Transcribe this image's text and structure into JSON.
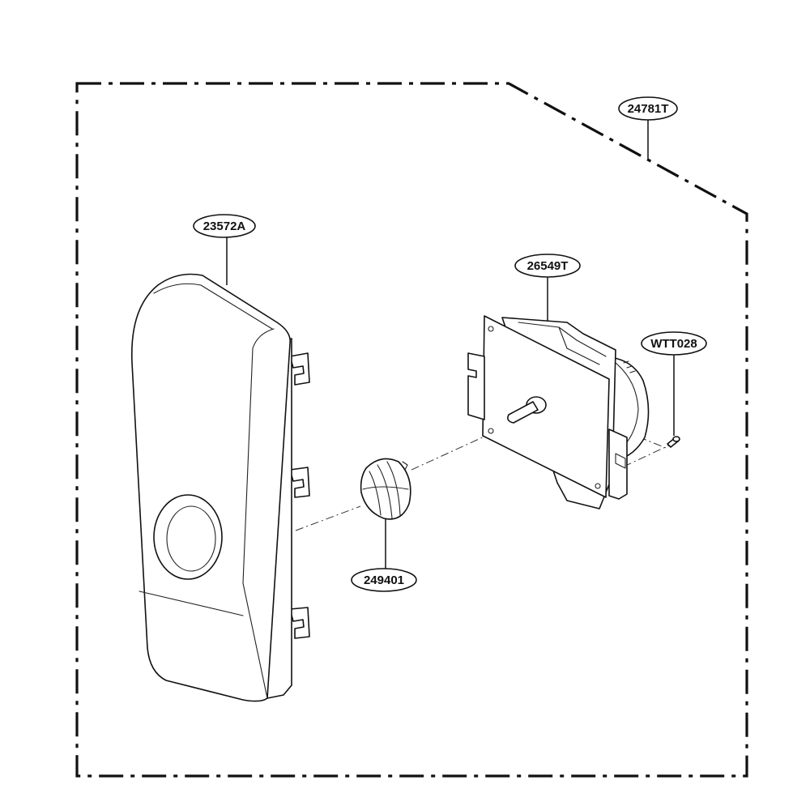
{
  "diagram": {
    "callouts": {
      "assembly": "24781T",
      "cover": "23572A",
      "timer": "26549T",
      "screw": "WTT028",
      "knob": "249401"
    }
  }
}
